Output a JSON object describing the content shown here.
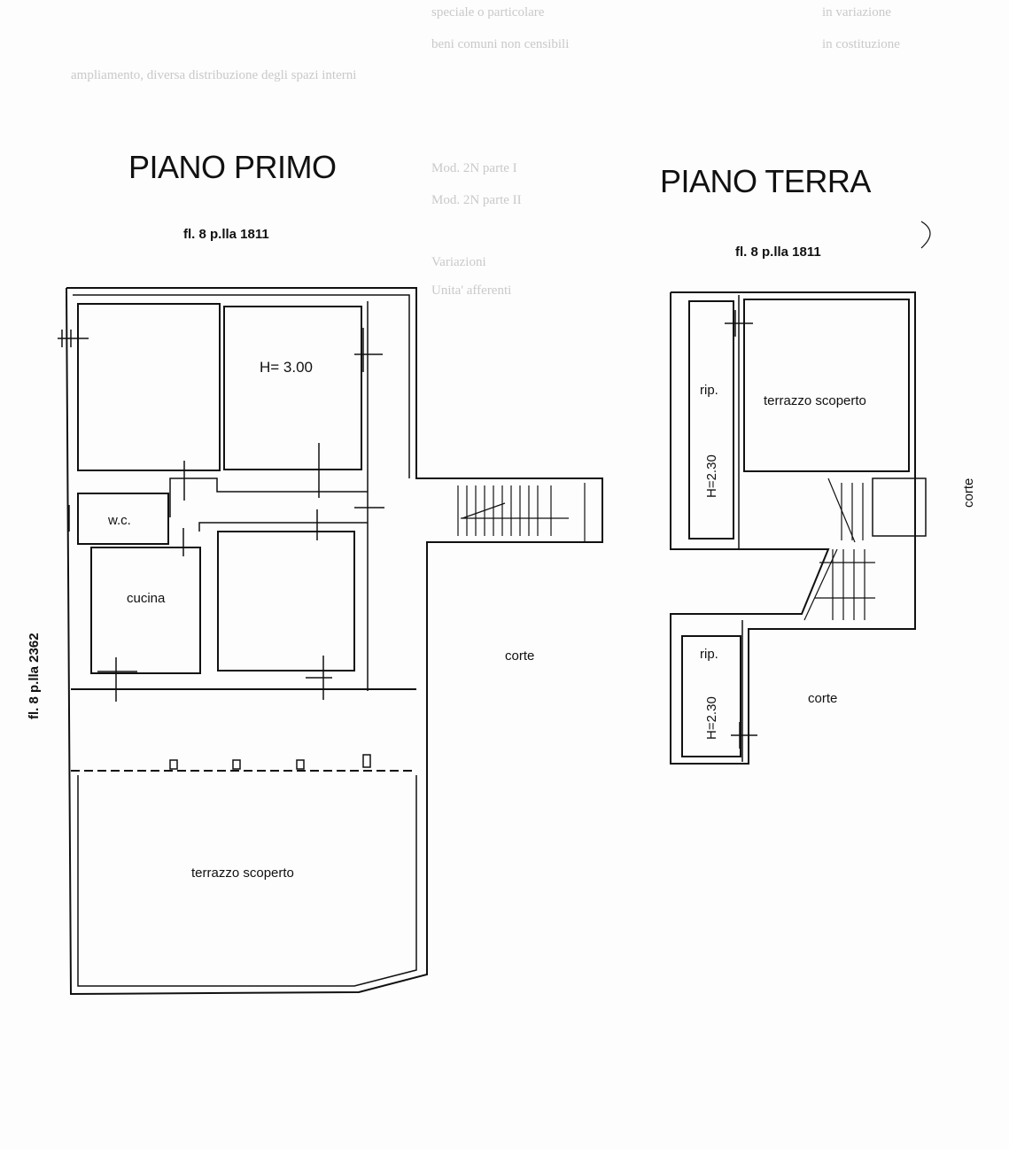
{
  "piano_primo": {
    "title": "PIANO PRIMO",
    "ref_top": "fl. 8 p.lla 1811",
    "ref_side": "fl. 8 p.lla 2362",
    "rooms": {
      "height": "H= 3.00",
      "wc": "w.c.",
      "cucina": "cucina",
      "corte": "corte",
      "terrazzo": "terrazzo scoperto"
    }
  },
  "piano_terra": {
    "title": "PIANO TERRA",
    "ref_top": "fl. 8 p.lla 1811",
    "rooms": {
      "rip_1": "rip.",
      "h_1": "H=2.30",
      "terrazzo": "terrazzo scoperto",
      "corte_side": "corte",
      "rip_2": "rip.",
      "h_2": "H=2.30",
      "corte": "corte"
    }
  },
  "background_text": [
    "speciale o particolare",
    "beni comuni non censibili",
    "ampliamento, diversa distribuzione degli spazi interni",
    "Mod. 2N parte I",
    "Mod. 2N parte II",
    "Variazioni",
    "Unita' afferenti",
    "in variazione",
    "in costituzione"
  ]
}
